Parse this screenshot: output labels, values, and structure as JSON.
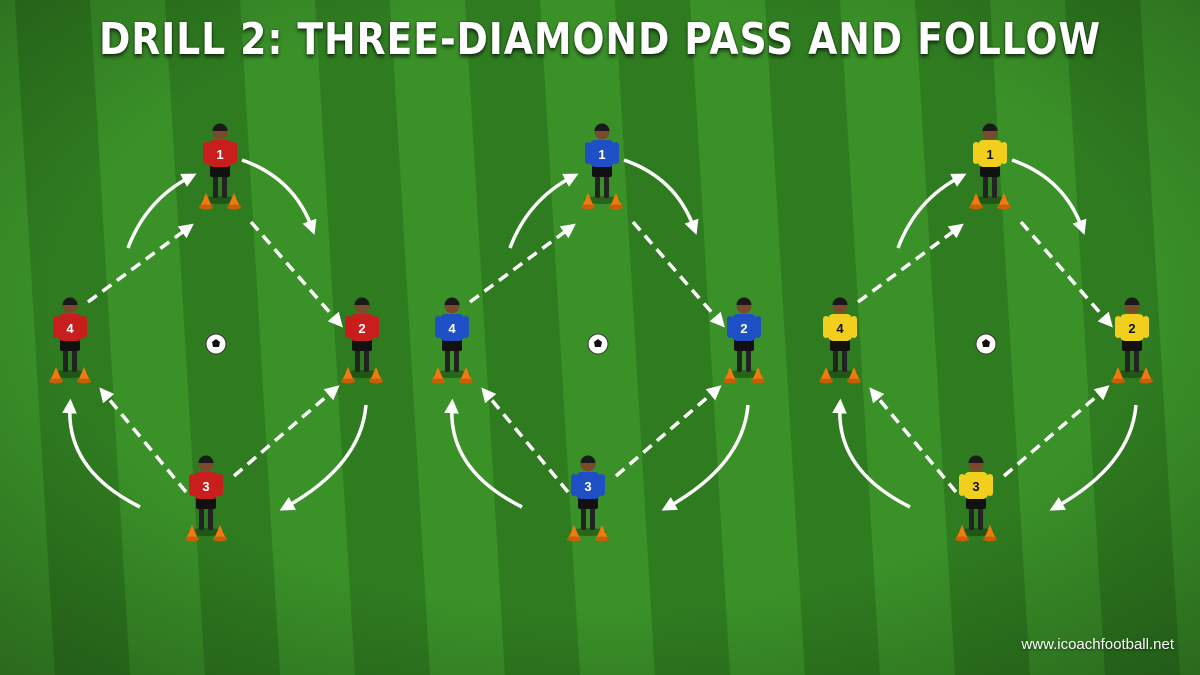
{
  "title": "DRILL 2: THREE-DIAMOND PASS AND FOLLOW",
  "watermark": "www.icoachfootball.net",
  "colors": {
    "pitch_light": "#3a9128",
    "pitch_dark": "#2f7c20",
    "cone": "#f07a10",
    "arrow": "#ffffff"
  },
  "diamonds": [
    {
      "team": "red",
      "jersey": "#c81e1e",
      "shorts": "#111111",
      "number_color": "#ffffff",
      "players": [
        "1",
        "2",
        "3",
        "4"
      ]
    },
    {
      "team": "blue",
      "jersey": "#1f4fc4",
      "shorts": "#111111",
      "number_color": "#ffffff",
      "players": [
        "1",
        "2",
        "3",
        "4"
      ]
    },
    {
      "team": "yellow",
      "jersey": "#f2cf1d",
      "shorts": "#111111",
      "number_color": "#111111",
      "players": [
        "1",
        "2",
        "3",
        "4"
      ]
    }
  ]
}
